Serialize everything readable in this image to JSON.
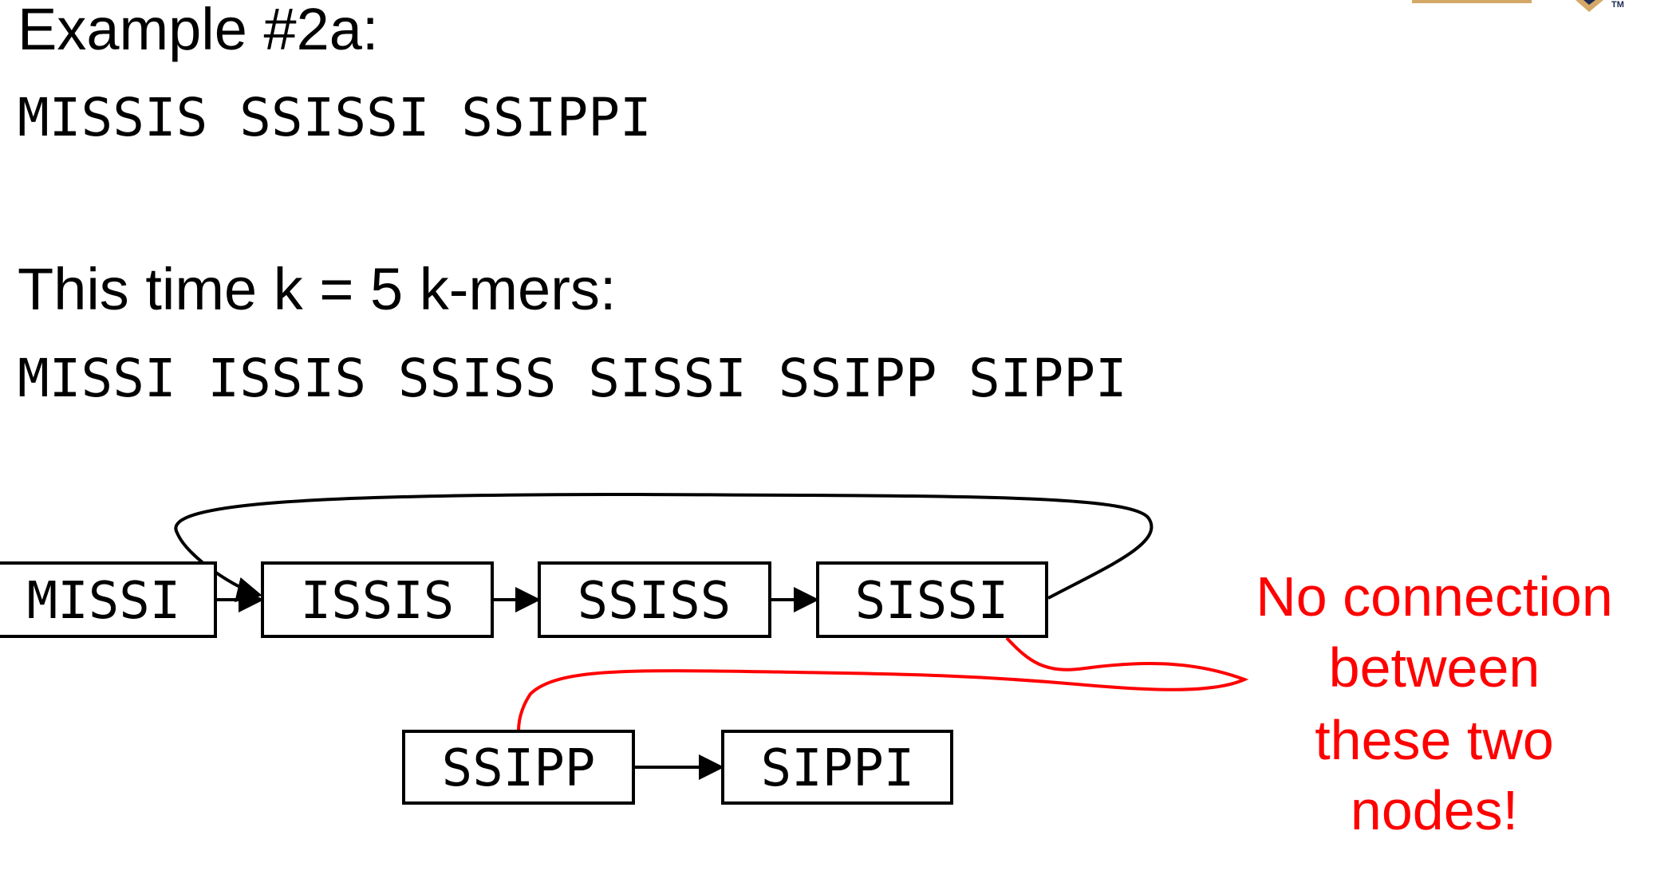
{
  "title": "Example #2a:",
  "sequence": "MISSIS SSISSI SSIPPI",
  "subtitle": "This time k = 5 k-mers:",
  "kmers_line": "MISSI ISSIS SSISS SISSI SSIPP SIPPI",
  "nodes": [
    "MISSI",
    "ISSIS",
    "SSISS",
    "SISSI",
    "SSIPP",
    "SIPPI"
  ],
  "annotation": {
    "lines": [
      "No connection",
      "between",
      "these two",
      "nodes!"
    ],
    "color": "#ff0000"
  },
  "logo": {
    "trademark": "TM",
    "colors": [
      "#d4a867",
      "#1c2a55"
    ]
  }
}
